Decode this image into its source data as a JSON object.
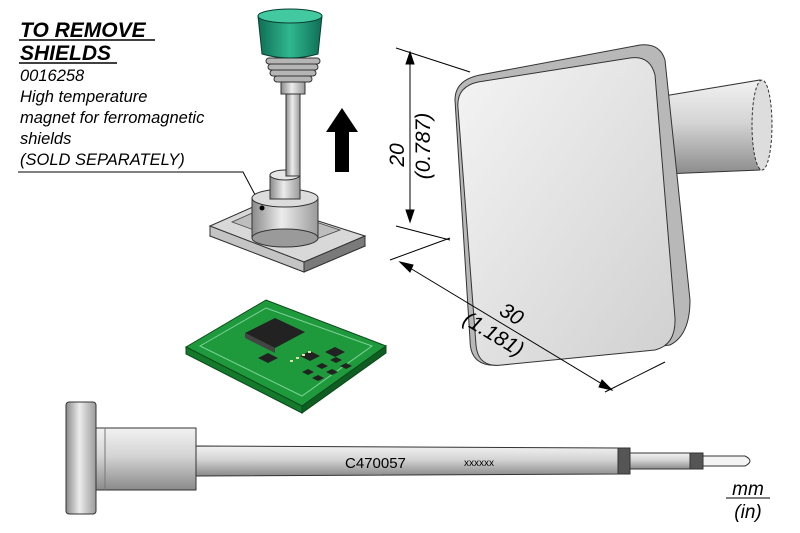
{
  "note": {
    "title_line1": "TO REMOVE",
    "title_line2": "SHIELDS",
    "part_number": "0016258",
    "desc_line1": "High temperature",
    "desc_line2": "magnet for ferromagnetic",
    "desc_line3": "shields",
    "desc_line4": "(SOLD SEPARATELY)"
  },
  "dimensions": {
    "height_mm": "20",
    "height_in": "(0.787)",
    "width_mm": "30",
    "width_in": "(1.181)"
  },
  "cartridge": {
    "model": "C470057",
    "serial": "xxxxxx"
  },
  "units": {
    "top": "mm",
    "bottom": "(in)"
  },
  "colors": {
    "handle_green": "#1f9a78",
    "pcb_green": "#1e9a3c",
    "metal_grey": "#c8c8c8"
  }
}
